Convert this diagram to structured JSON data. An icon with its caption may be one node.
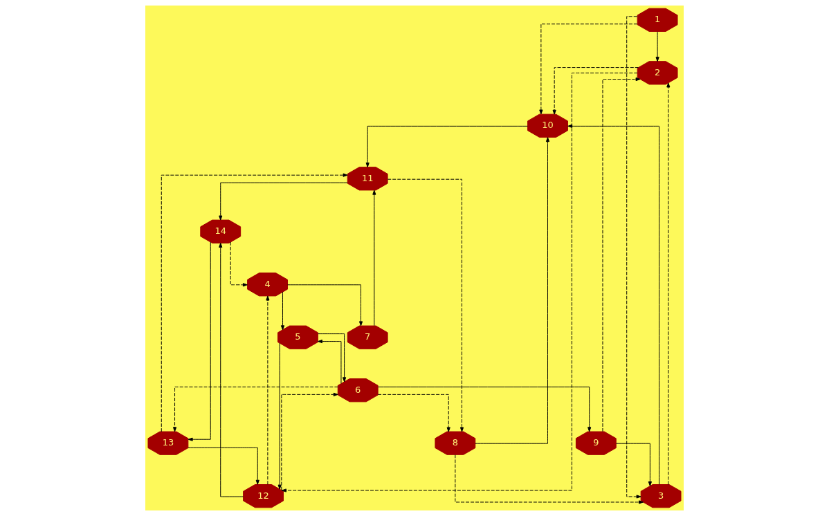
{
  "diagram": {
    "nodes": [
      {
        "text": [
          "1"
        ]
      },
      {
        "text": [
          "2"
        ]
      },
      {
        "text": [
          "3"
        ]
      },
      {
        "text": [
          "4"
        ]
      },
      {
        "text": [
          "5"
        ]
      },
      {
        "text": [
          "6"
        ]
      },
      {
        "text": [
          "7"
        ]
      },
      {
        "text": [
          "8"
        ]
      },
      {
        "text": [
          "9"
        ]
      },
      {
        "text": [
          "10"
        ]
      },
      {
        "text": [
          "11"
        ]
      },
      {
        "text": [
          "12"
        ]
      },
      {
        "text": [
          "13"
        ]
      },
      {
        "text": [
          "14"
        ]
      }
    ],
    "edges": [
      {
        "from": 0,
        "to": 1,
        "arrow": "to"
      },
      {
        "from": 0,
        "to": 2,
        "arrow": "to",
        "style": "dashed"
      },
      {
        "from": 0,
        "to": 9,
        "arrow": "to",
        "style": "dashed"
      },
      {
        "from": 11,
        "to": 3,
        "arrow": "to",
        "style": "dashed"
      },
      {
        "from": 13,
        "to": 3,
        "arrow": "to",
        "style": "dashed"
      },
      {
        "from": 12,
        "to": 11,
        "arrow": "to"
      },
      {
        "from": 11,
        "to": 13,
        "arrow": "to"
      },
      {
        "from": 13,
        "to": 12,
        "arrow": "to"
      },
      {
        "from": 1,
        "to": 11,
        "arrow": "to",
        "style": "dashed"
      },
      {
        "from": 4,
        "to": 11,
        "arrow": "to"
      },
      {
        "from": 5,
        "to": 4,
        "arrow": "to"
      },
      {
        "from": 3,
        "to": 4,
        "arrow": "to"
      },
      {
        "from": 8,
        "to": 1,
        "arrow": "to",
        "style": "dashed"
      },
      {
        "from": 1,
        "to": 9,
        "arrow": "to",
        "style": "dashed"
      },
      {
        "from": 11,
        "to": 5,
        "arrow": "to",
        "style": "dashed"
      },
      {
        "from": 4,
        "to": 5,
        "arrow": "to"
      },
      {
        "from": 3,
        "to": 6,
        "arrow": "to"
      },
      {
        "from": 6,
        "to": 10,
        "arrow": "to"
      },
      {
        "from": 12,
        "to": 10,
        "arrow": "to",
        "style": "dashed"
      },
      {
        "from": 5,
        "to": 12,
        "arrow": "to",
        "style": "dashed"
      },
      {
        "from": 10,
        "to": 7,
        "arrow": "to",
        "style": "dashed"
      },
      {
        "from": 5,
        "to": 7,
        "arrow": "to",
        "style": "dashed"
      },
      {
        "from": 10,
        "to": 13,
        "arrow": "to"
      },
      {
        "from": 9,
        "to": 10,
        "arrow": "to"
      },
      {
        "from": 7,
        "to": 9,
        "arrow": "to"
      },
      {
        "from": 7,
        "to": 2,
        "arrow": "to",
        "style": "dashed"
      },
      {
        "from": 5,
        "to": 8,
        "arrow": "to"
      },
      {
        "from": 8,
        "to": 2,
        "arrow": "to"
      },
      {
        "from": 2,
        "to": 9,
        "arrow": "to"
      },
      {
        "from": 2,
        "to": 1,
        "arrow": "to",
        "style": "dashed"
      }
    ]
  }
}
